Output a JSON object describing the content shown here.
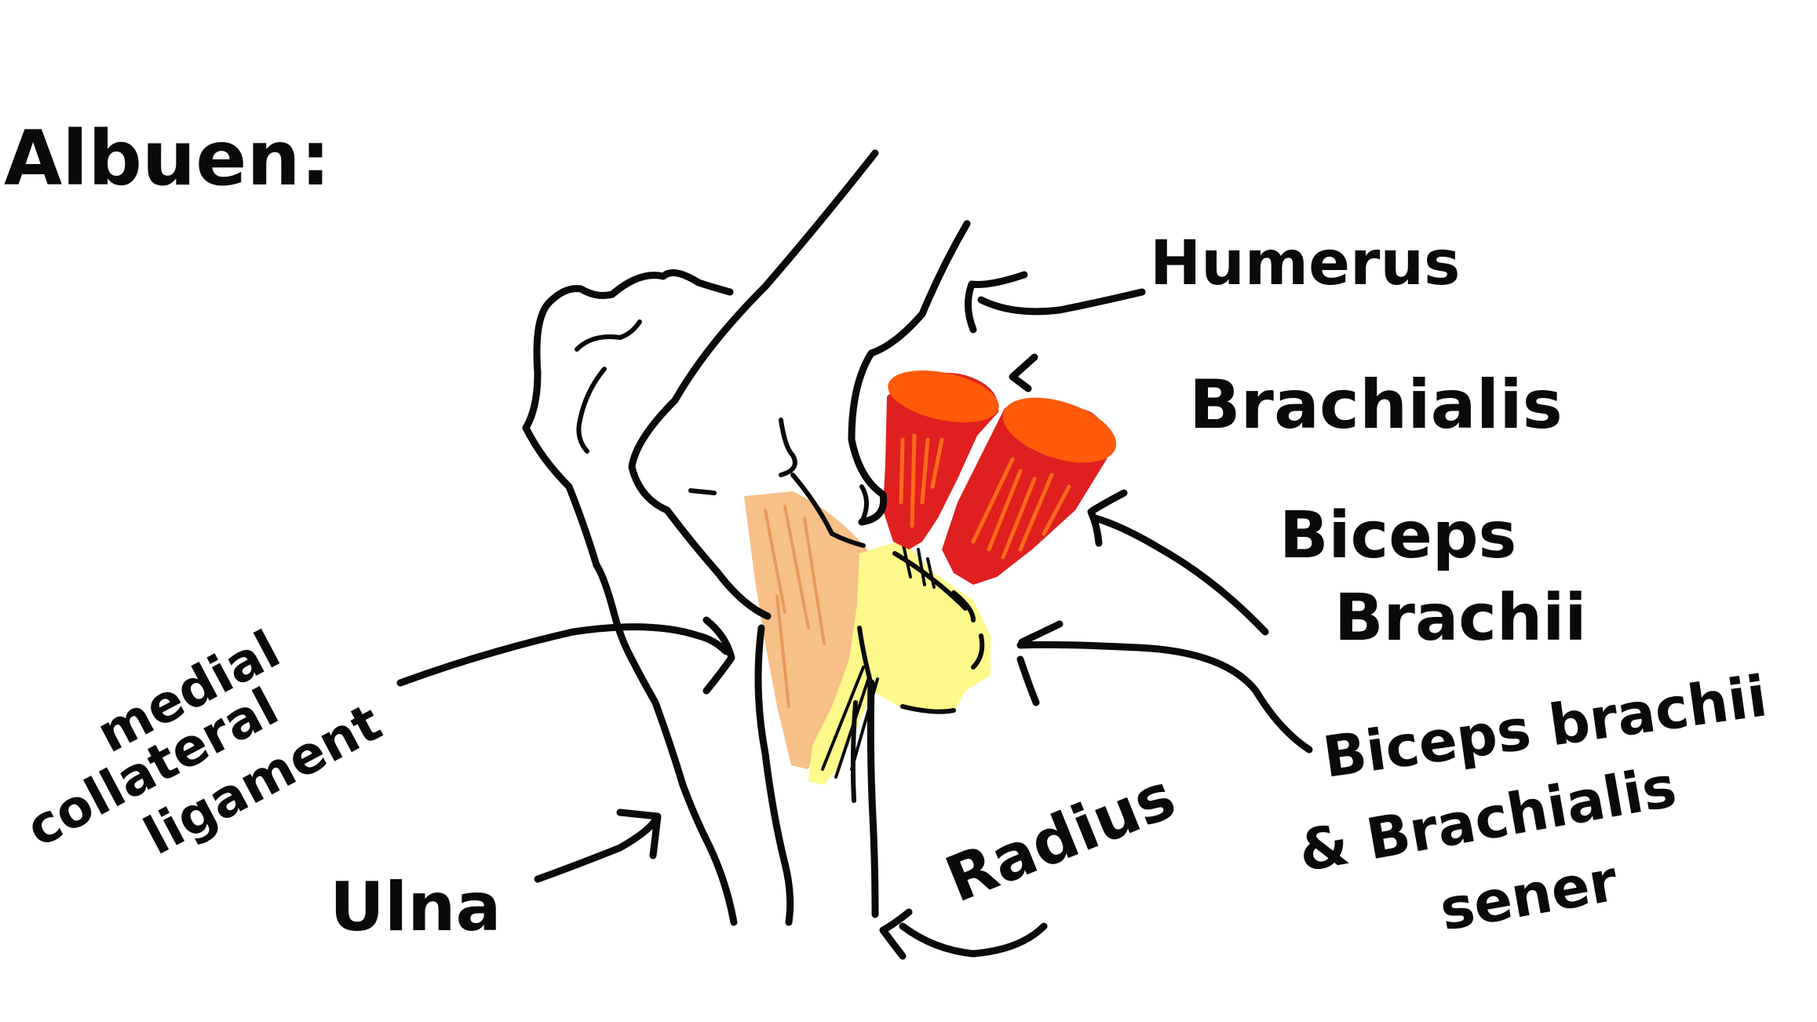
{
  "title": "Albuen:",
  "labels": {
    "humerus": "Humerus",
    "brachialis": "Brachialis",
    "biceps_brachii_line1": "Biceps",
    "biceps_brachii_line2": "Brachii",
    "tendons_line1": "Biceps brachii",
    "tendons_line2": "& Brachialis",
    "tendons_line3": "sener",
    "radius": "Radius",
    "ulna": "Ulna",
    "mcl_line1": "medial",
    "mcl_line2": "collateral",
    "mcl_line3": "ligament"
  },
  "colors": {
    "ink": "#0a0a0a",
    "muscle_red": "#e02020",
    "muscle_orange": "#ff5a0a",
    "muscle_stripes": "#ff6a1a",
    "ligament_tan": "#f7c088",
    "tendon_yellow": "#fdf98a",
    "background": "#ffffff"
  }
}
